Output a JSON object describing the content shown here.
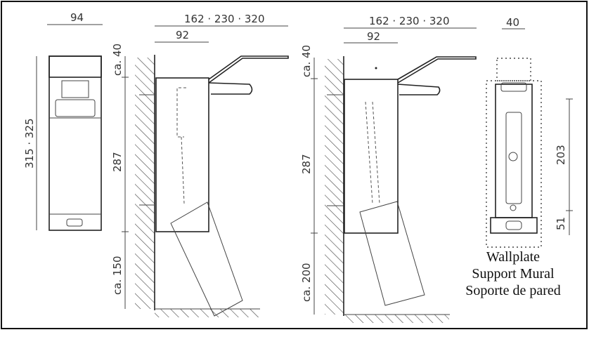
{
  "title": "Dispenser dimension drawing",
  "front_view": {
    "width_label": "94",
    "height_label": "315 · 325"
  },
  "side_view_1": {
    "reach_label": "162 · 230 · 320",
    "depth_label": "92",
    "top_clearance_label": "ca. 40",
    "height_label": "287",
    "bottom_clearance_label": "ca. 150"
  },
  "side_view_2": {
    "reach_label": "162 · 230 · 320",
    "depth_label": "92",
    "top_clearance_label": "ca. 40",
    "height_label": "287",
    "bottom_clearance_label": "ca. 200"
  },
  "wallplate": {
    "width_label": "40",
    "height_label": "203",
    "bottom_label": "51",
    "caption": [
      "Wallplate",
      "Support Mural",
      "Soporte de pared"
    ]
  },
  "colors": {
    "line": "#222222",
    "background": "#ffffff"
  }
}
